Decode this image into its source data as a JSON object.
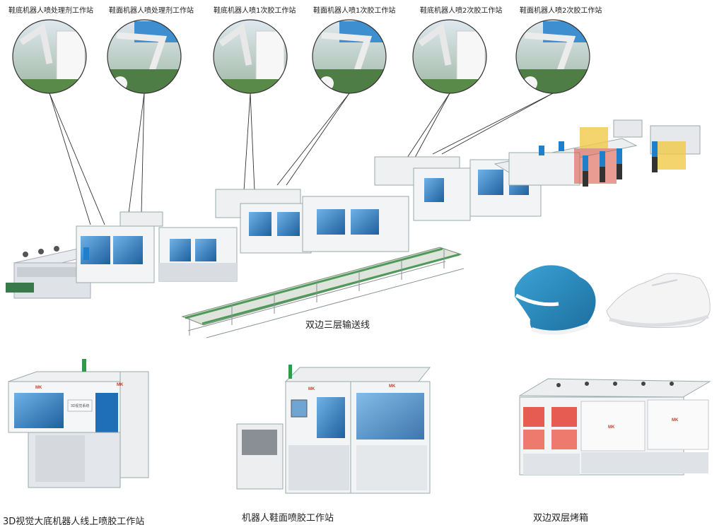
{
  "stations_top": [
    "鞋底机器人喷处理剂工作站",
    "鞋面机器人喷处理剂工作站",
    "鞋底机器人喷1次胶工作站",
    "鞋面机器人喷1次胶工作站",
    "鞋底机器人喷2次胶工作站",
    "鞋面机器人喷2次胶工作站"
  ],
  "conveyor_label": "双边三层输送线",
  "bottom_labels": {
    "vision_station": "3D视觉大底机器人线上喷胶工作站",
    "upper_station": "机器人鞋面喷胶工作站",
    "oven": "双边双层烤箱"
  },
  "brand_mark": "MK",
  "panel_text": "3D视觉系统",
  "colors": {
    "machine_white": "#f3f4f6",
    "glass_blue": "#2f7fc8",
    "oven_red": "#e85a4f",
    "shoe_blue": "#2a8fc4"
  }
}
